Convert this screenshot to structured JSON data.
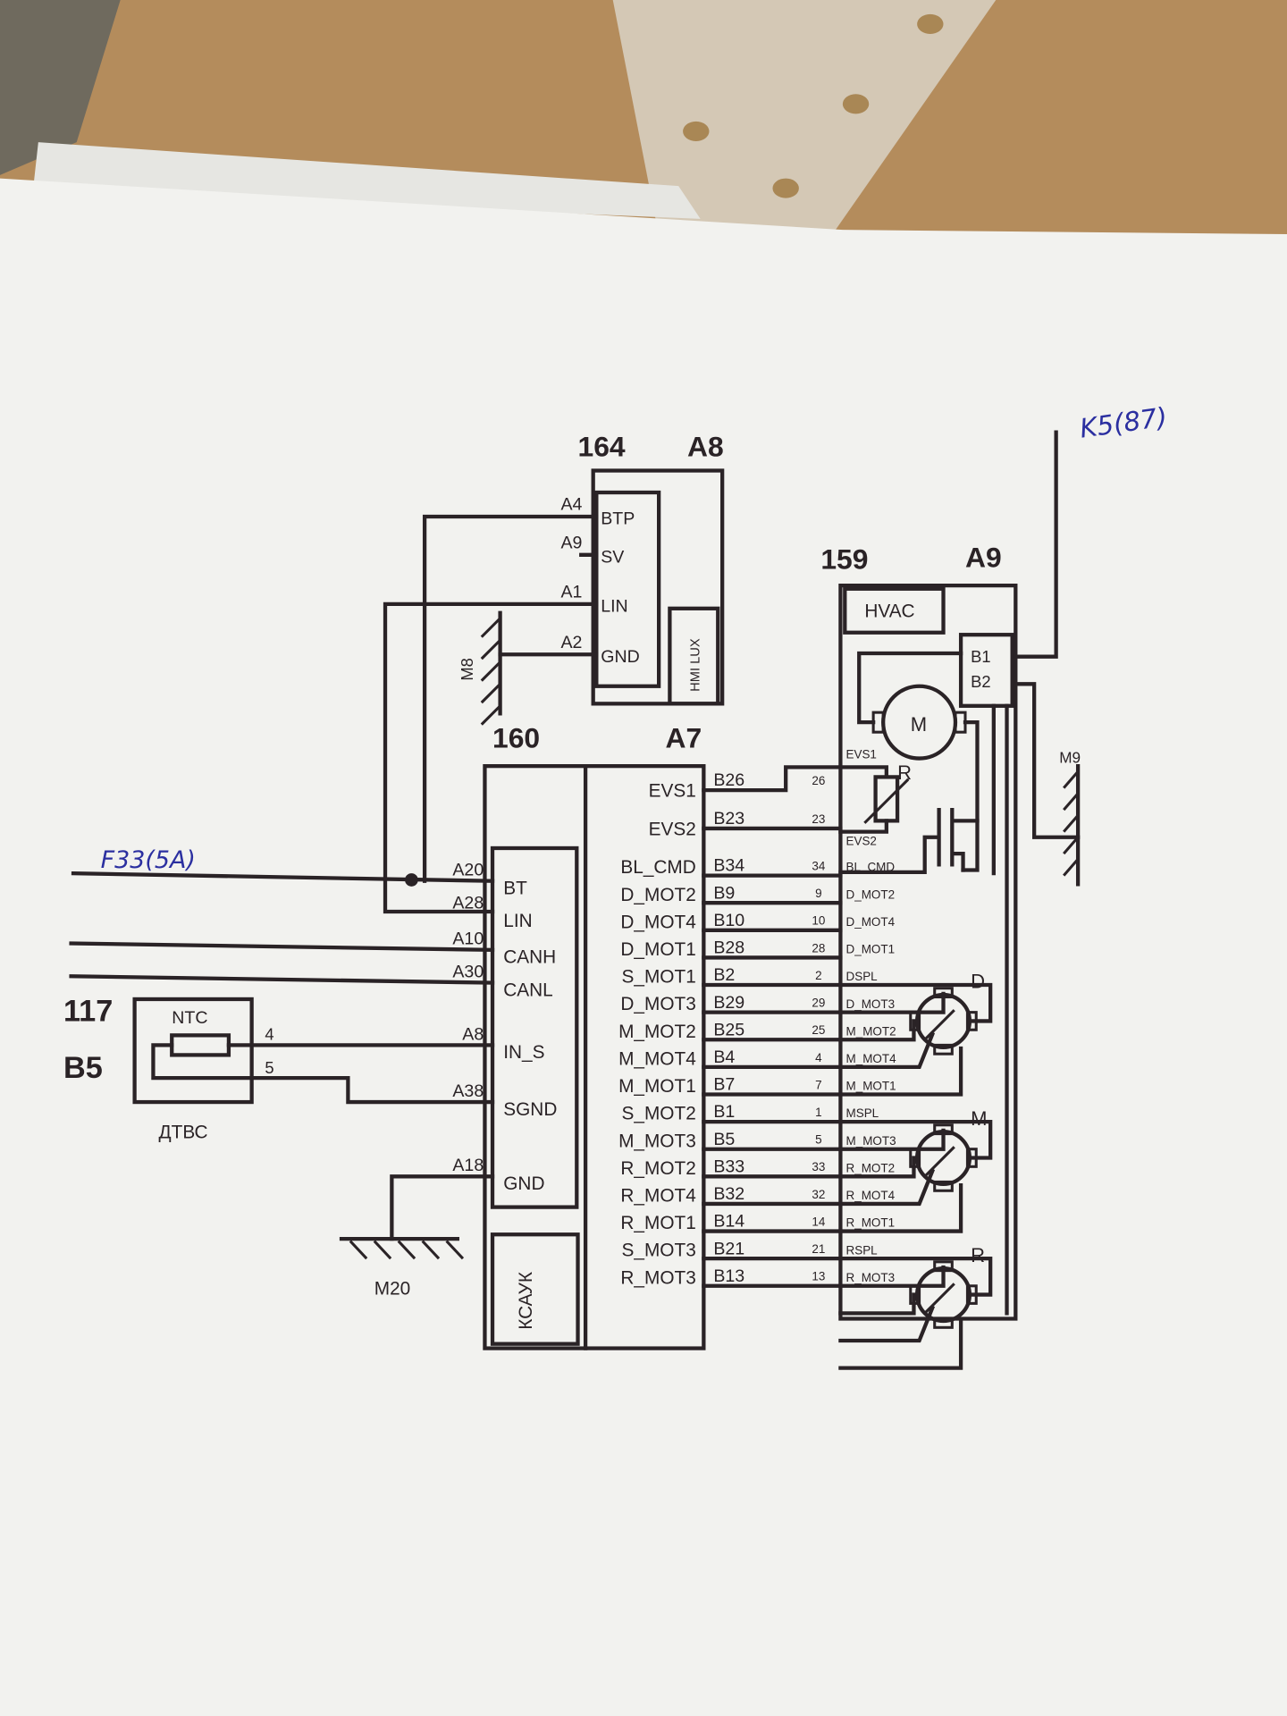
{
  "colors": {
    "ink": "#2a2326",
    "handwriting": "#2b2fa0",
    "paper": "#f3f3f0",
    "cardboard": "#b08a5a"
  },
  "a8": {
    "number": "164",
    "ref": "A8",
    "module": "HMI LUX",
    "pins": [
      {
        "pin": "A4",
        "signal": "BTP"
      },
      {
        "pin": "A9",
        "signal": "SV"
      },
      {
        "pin": "A1",
        "signal": "LIN"
      },
      {
        "pin": "A2",
        "signal": "GND"
      }
    ],
    "ground": "M8"
  },
  "a7": {
    "number": "160",
    "ref": "A7",
    "module": "КСАУК",
    "left_pins": [
      {
        "pin": "A20",
        "signal": "BT"
      },
      {
        "pin": "A28",
        "signal": "LIN"
      },
      {
        "pin": "A10",
        "signal": "CANH"
      },
      {
        "pin": "A30",
        "signal": "CANL"
      },
      {
        "pin": "A8",
        "signal": "IN_S"
      },
      {
        "pin": "A38",
        "signal": "SGND"
      },
      {
        "pin": "A18",
        "signal": "GND"
      }
    ],
    "ground": "M20",
    "fuse_note": "F33(5A)"
  },
  "sensor": {
    "number": "117",
    "ref": "B5",
    "element": "NTC",
    "name": "ДТВС",
    "pin_a": "4",
    "pin_b": "5"
  },
  "a9": {
    "number": "159",
    "ref": "A9",
    "module": "HVAC",
    "b1": "B1",
    "b2": "B2",
    "ground": "M9",
    "supply_note": "K5(87)",
    "blower": "M",
    "resistor": "R",
    "motors": [
      "D",
      "M",
      "R"
    ]
  },
  "connections": [
    {
      "a7_signal": "EVS1",
      "a7_pin": "B26",
      "a9_pin": "26",
      "a9_signal": "EVS1"
    },
    {
      "a7_signal": "EVS2",
      "a7_pin": "B23",
      "a9_pin": "23",
      "a9_signal": "EVS2"
    },
    {
      "a7_signal": "BL_CMD",
      "a7_pin": "B34",
      "a9_pin": "34",
      "a9_signal": "BL_CMD"
    },
    {
      "a7_signal": "D_MOT2",
      "a7_pin": "B9",
      "a9_pin": "9",
      "a9_signal": "D_MOT2"
    },
    {
      "a7_signal": "D_MOT4",
      "a7_pin": "B10",
      "a9_pin": "10",
      "a9_signal": "D_MOT4"
    },
    {
      "a7_signal": "D_MOT1",
      "a7_pin": "B28",
      "a9_pin": "28",
      "a9_signal": "D_MOT1"
    },
    {
      "a7_signal": "S_MOT1",
      "a7_pin": "B2",
      "a9_pin": "2",
      "a9_signal": "DSPL"
    },
    {
      "a7_signal": "D_MOT3",
      "a7_pin": "B29",
      "a9_pin": "29",
      "a9_signal": "D_MOT3"
    },
    {
      "a7_signal": "M_MOT2",
      "a7_pin": "B25",
      "a9_pin": "25",
      "a9_signal": "M_MOT2"
    },
    {
      "a7_signal": "M_MOT4",
      "a7_pin": "B4",
      "a9_pin": "4",
      "a9_signal": "M_MOT4"
    },
    {
      "a7_signal": "M_MOT1",
      "a7_pin": "B7",
      "a9_pin": "7",
      "a9_signal": "M_MOT1"
    },
    {
      "a7_signal": "S_MOT2",
      "a7_pin": "B1",
      "a9_pin": "1",
      "a9_signal": "MSPL"
    },
    {
      "a7_signal": "M_MOT3",
      "a7_pin": "B5",
      "a9_pin": "5",
      "a9_signal": "M_MOT3"
    },
    {
      "a7_signal": "R_MOT2",
      "a7_pin": "B33",
      "a9_pin": "33",
      "a9_signal": "R_MOT2"
    },
    {
      "a7_signal": "R_MOT4",
      "a7_pin": "B32",
      "a9_pin": "32",
      "a9_signal": "R_MOT4"
    },
    {
      "a7_signal": "R_MOT1",
      "a7_pin": "B14",
      "a9_pin": "14",
      "a9_signal": "R_MOT1"
    },
    {
      "a7_signal": "S_MOT3",
      "a7_pin": "B21",
      "a9_pin": "21",
      "a9_signal": "RSPL"
    },
    {
      "a7_signal": "R_MOT3",
      "a7_pin": "B13",
      "a9_pin": "13",
      "a9_signal": "R_MOT3"
    }
  ]
}
